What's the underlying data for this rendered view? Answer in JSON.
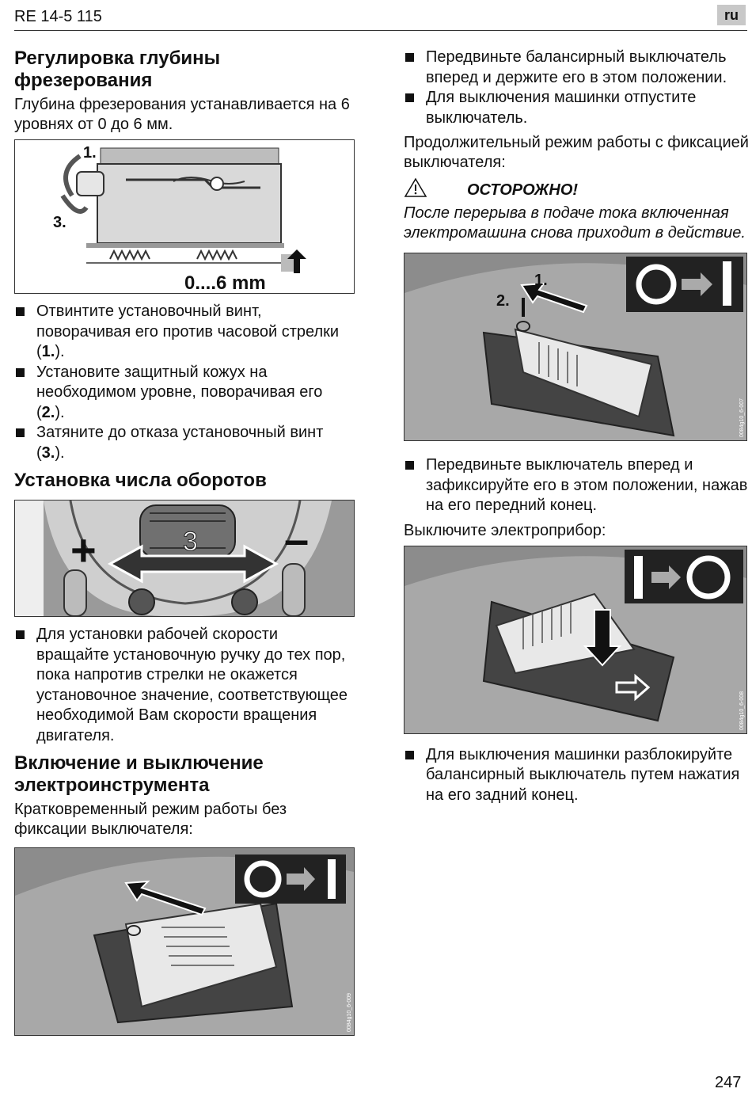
{
  "header": {
    "model": "RE 14-5 115",
    "lang": "ru"
  },
  "left": {
    "depth": {
      "title": "Регулировка глубины фрезерования",
      "intro": "Глубина фрезерования устанавливается на 6 уровнях от 0 до 6 мм.",
      "fig_labels": {
        "step1": "1.",
        "step3": "3.",
        "range": "0....6 mm"
      },
      "steps": [
        {
          "pre": "Отвинтите установочный винт, поворачивая его против часовой стрелки (",
          "num": "1.",
          "post": ")."
        },
        {
          "pre": "Установите защитный кожух на необходимом уровне, поворачивая его (",
          "num": "2.",
          "post": ")."
        },
        {
          "pre": "Затяните до отказа установочный винт (",
          "num": "3.",
          "post": ")."
        }
      ]
    },
    "speed": {
      "title": "Установка числа оборотов",
      "fig_labels": {
        "dial": "3",
        "plus": "+",
        "minus": "–"
      },
      "steps": [
        "Для установки рабочей скорости вращайте установочную ручку до тех пор, пока напротив стрелки не окажется установочное значение, соответствующее необходимой Вам скорости вращения двигателя."
      ]
    },
    "switching": {
      "title": "Включение и выключение электроинструмента",
      "intro": "Кратковременный режим работы без фиксации выключателя:",
      "fig_code": "0084g10_6-009"
    }
  },
  "right": {
    "momentary_steps": [
      "Передвиньте балансирный выключатель вперед и держите его в этом положении.",
      "Для выключения машинки отпустите выключатель."
    ],
    "continuous_intro": "Продолжительный режим работы с фиксацией выключателя:",
    "warning": {
      "title": "ОСТОРОЖНО!",
      "text": "После перерыва в подаче тока включенная электромашина снова приходит в действие."
    },
    "fig_on": {
      "step1": "1.",
      "step2": "2.",
      "code": "0084g10_6-007"
    },
    "lock_steps": [
      "Передвиньте выключатель вперед и зафиксируйте его в этом положении, нажав на его передний конец."
    ],
    "off_intro": "Выключите электроприбор:",
    "fig_off": {
      "code": "0084g10_6-008"
    },
    "off_steps": [
      "Для выключения машинки разблокируйте балансирный выключатель путем нажатия на его задний конец."
    ]
  },
  "footer": {
    "page": "247"
  }
}
